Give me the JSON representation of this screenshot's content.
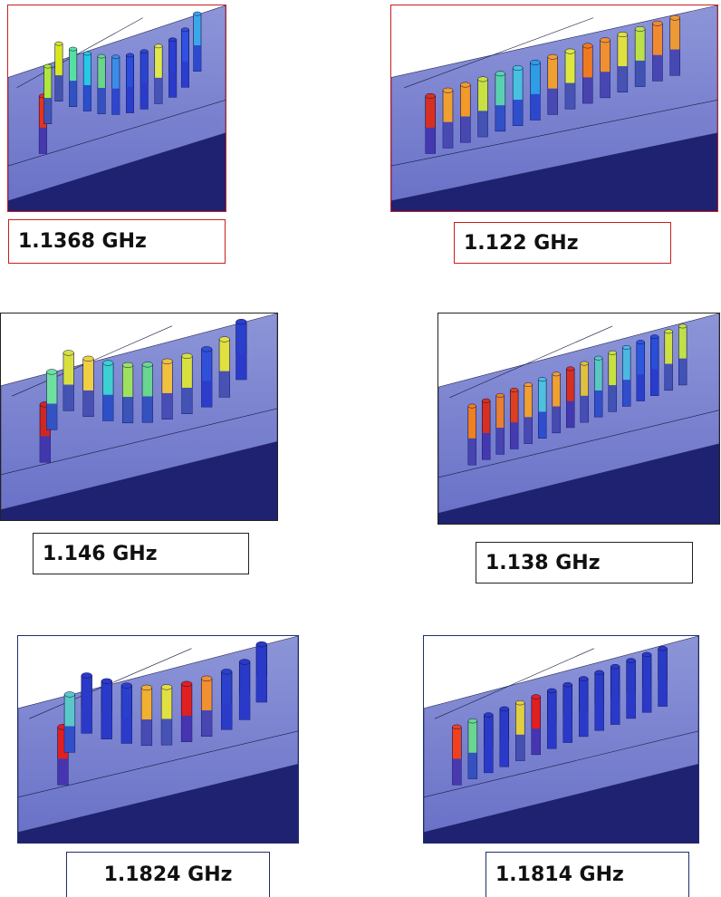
{
  "panels": [
    {
      "id": "p1",
      "label": "1.1368 GHz",
      "layout": "u",
      "frame": "#c81e1e",
      "rod_colors": [
        "#e83219",
        "#b0e63d",
        "#d8e81b",
        "#56e0a0",
        "#28c8e6",
        "#6ad68a",
        "#3c8ce6",
        "#2b4cdc",
        "#2a44d0",
        "#e0e84a",
        "#2a3ed0",
        "#3050e0",
        "#3aa8e8"
      ]
    },
    {
      "id": "p2",
      "label": "1.122 GHz",
      "layout": "row",
      "frame": "#c81e1e",
      "rod_colors": [
        "#d83020",
        "#f0a030",
        "#f39a28",
        "#c8e040",
        "#5ad0b0",
        "#4ac0e0",
        "#2f9ce6",
        "#f0a030",
        "#dce83c",
        "#f07a20",
        "#f09030",
        "#e0e040",
        "#bce048",
        "#f08a30",
        "#ec9a35"
      ]
    },
    {
      "id": "p3",
      "label": "1.146 GHz",
      "layout": "u",
      "frame": "#222222",
      "rod_colors": [
        "#d02820",
        "#6ee0a0",
        "#d8e040",
        "#f0d040",
        "#3cd0d0",
        "#a0e060",
        "#6ad690",
        "#f0c040",
        "#d8e040",
        "#3050d8",
        "#e0e040",
        "#2a40cc"
      ]
    },
    {
      "id": "p4",
      "label": "1.138 GHz",
      "layout": "row",
      "frame": "#222222",
      "rod_colors": [
        "#f08020",
        "#d83020",
        "#e88030",
        "#dc4020",
        "#f0a030",
        "#4ec0e0",
        "#f0a030",
        "#d83020",
        "#e0c040",
        "#5ac8c0",
        "#c8e040",
        "#4cb8e0",
        "#2c58e0",
        "#2a4ed8",
        "#d0e040",
        "#c0e048"
      ]
    },
    {
      "id": "p5",
      "label": "1.1824 GHz",
      "layout": "u",
      "frame": "#1f2f6a",
      "rod_colors": [
        "#e02020",
        "#5ac8c8",
        "#2a3ac8",
        "#2a3ac8",
        "#2a40cc",
        "#f0b030",
        "#e0e040",
        "#e02020",
        "#f09030",
        "#2a40cc",
        "#2a3ac8",
        "#2a3ac8"
      ]
    },
    {
      "id": "p6",
      "label": "1.1814 GHz",
      "layout": "row",
      "frame": "#1f2f6a",
      "rod_colors": [
        "#f04020",
        "#6ad690",
        "#2a3ac8",
        "#2a3ac8",
        "#e0d040",
        "#e02020",
        "#2a3ac8",
        "#2a3ac8",
        "#2a3ac8",
        "#2a3ac8",
        "#2a3ac8",
        "#2a3ac8",
        "#2a3ac8",
        "#2a3ac8"
      ]
    }
  ]
}
